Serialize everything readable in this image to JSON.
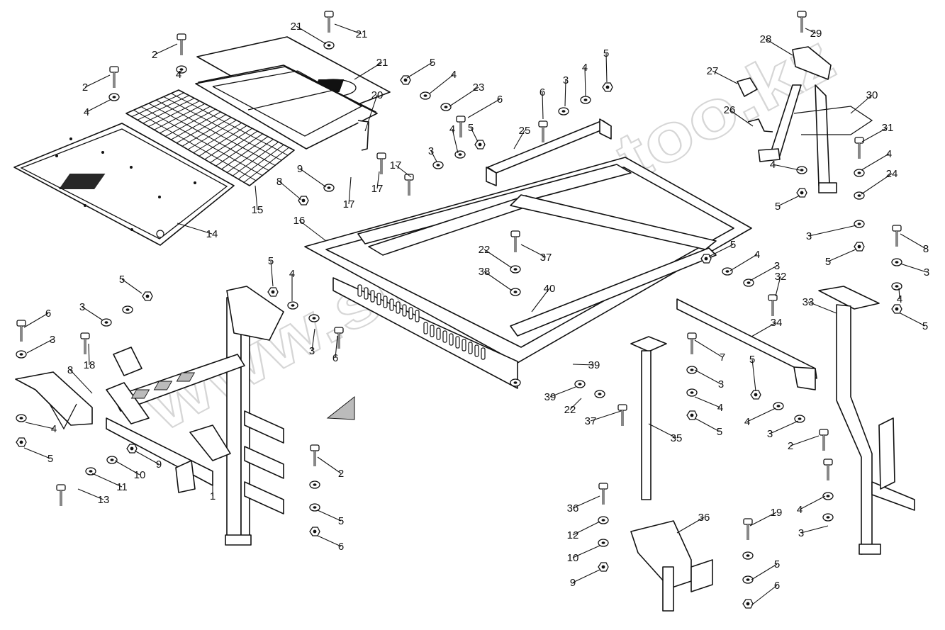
{
  "watermark": "www.sinhron-too.kz",
  "callouts": [
    "1",
    "2",
    "2",
    "2",
    "2",
    "3",
    "3",
    "3",
    "3",
    "3",
    "3",
    "3",
    "3",
    "3",
    "3",
    "3",
    "4",
    "4",
    "4",
    "4",
    "4",
    "4",
    "4",
    "4",
    "4",
    "4",
    "4",
    "4",
    "4",
    "4",
    "5",
    "5",
    "5",
    "5",
    "5",
    "5",
    "5",
    "5",
    "5",
    "5",
    "5",
    "5",
    "5",
    "5",
    "6",
    "6",
    "6",
    "6",
    "6",
    "6",
    "7",
    "8",
    "8",
    "8",
    "9",
    "9",
    "9",
    "10",
    "10",
    "11",
    "12",
    "13",
    "14",
    "15",
    "16",
    "17",
    "17",
    "17",
    "18",
    "19",
    "20",
    "21",
    "21",
    "21",
    "22",
    "22",
    "23",
    "24",
    "25",
    "26",
    "27",
    "28",
    "29",
    "30",
    "31",
    "32",
    "33",
    "34",
    "35",
    "36",
    "36",
    "37",
    "37",
    "38",
    "39",
    "39",
    "40"
  ],
  "colors": {
    "line": "#111111",
    "paper": "#ffffff",
    "watermark": "#b5b5b5"
  }
}
